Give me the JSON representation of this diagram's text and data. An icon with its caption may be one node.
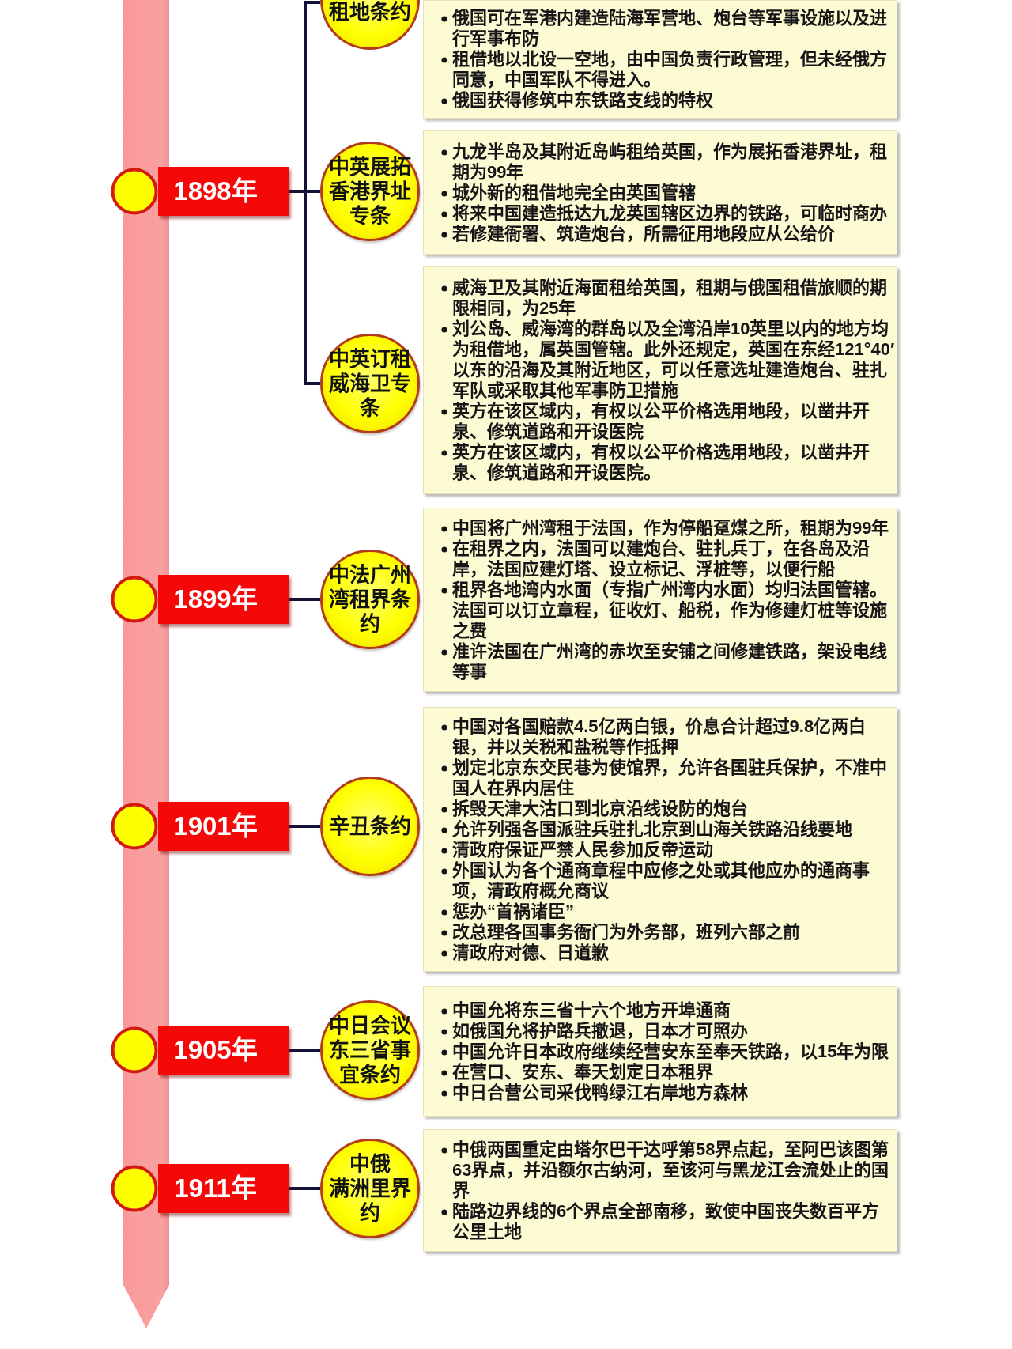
{
  "diagram": {
    "nodes": [
      {
        "text": [
          "租地条约"
        ]
      },
      {
        "text": [
          "俄国可在军港内建造陆海军营地、炮台等军事设施以及进行军事布防",
          "租借地以北设一空地，由中国负责行政管理，但未经俄方同意，中国军队不得进入。",
          "俄国获得修筑中东铁路支线的特权"
        ]
      },
      {
        "text": [
          "1898年"
        ]
      },
      {
        "text": [
          "中英展拓香港界址专条"
        ]
      },
      {
        "text": [
          "九龙半岛及其附近岛屿租给英国，作为展拓香港界址，租期为99年",
          "城外新的租借地完全由英国管辖",
          "将来中国建造抵达九龙英国辖区边界的铁路，可临时商办",
          "若修建衙署、筑造炮台，所需征用地段应从公给价"
        ]
      },
      {
        "text": [
          "中英订租威海卫专条"
        ]
      },
      {
        "text": [
          "威海卫及其附近海面租给英国，租期与俄国租借旅顺的期限相同，为25年",
          "刘公岛、威海湾的群岛以及全湾沿岸10英里以内的地方均为租借地，属英国管辖。此外还规定，英国在东经121°40′以东的沿海及其附近地区，可以任意选址建造炮台、驻扎军队或采取其他军事防卫措施",
          "英方在该区域内，有权以公平价格选用地段，以凿井开泉、修筑道路和开设医院",
          "英方在该区域内，有权以公平价格选用地段，以凿井开泉、修筑道路和开设医院。"
        ]
      },
      {
        "text": [
          "1899年"
        ]
      },
      {
        "text": [
          "中法广州湾租界条约"
        ]
      },
      {
        "text": [
          "中国将广州湾租于法国，作为停船趸煤之所，租期为99年",
          "在租界之内，法国可以建炮台、驻扎兵丁，在各岛及沿岸，法国应建灯塔、设立标记、浮桩等，以便行船",
          "租界各地湾内水面（专指广州湾内水面）均归法国管辖。法国可以订立章程，征收灯、船税，作为修建灯桩等设施之费",
          "准许法国在广州湾的赤坎至安铺之间修建铁路，架设电线等事"
        ]
      },
      {
        "text": [
          "1901年"
        ]
      },
      {
        "text": [
          "辛丑条约"
        ]
      },
      {
        "text": [
          "中国对各国赔款4.5亿两白银，价息合计超过9.8亿两白银，并以关税和盐税等作抵押",
          "划定北京东交民巷为使馆界，允许各国驻兵保护，不准中国人在界内居住",
          "拆毁天津大沽口到北京沿线设防的炮台",
          "允许列强各国派驻兵驻扎北京到山海关铁路沿线要地",
          "清政府保证严禁人民参加反帝运动",
          "外国认为各个通商章程中应修之处或其他应办的通商事项，清政府概允商议",
          "惩办“首祸诸臣”",
          "改总理各国事务衙门为外务部，班列六部之前",
          "清政府对德、日道歉"
        ]
      },
      {
        "text": [
          "1905年"
        ]
      },
      {
        "text": [
          "中日会议东三省事宜条约"
        ]
      },
      {
        "text": [
          "中国允将东三省十六个地方开埠通商",
          "如俄国允将护路兵撤退，日本才可照办",
          "中国允许日本政府继续经营安东至奉天铁路，以15年为限",
          "在营口、安东、奉天划定日本租界",
          "中日合营公司采伐鸭绿江右岸地方森林"
        ]
      },
      {
        "text": [
          "1911年"
        ]
      },
      {
        "text": [
          "中俄满洲里界约"
        ]
      },
      {
        "text": [
          "中俄两国重定由塔尔巴干达呼第58界点起，至阿巴该图第63界点，并沿额尔古纳河，至该河与黑龙江会流处止的国界",
          "陆路边界线的6个界点全部南移，致使中国丧失数百平方公里土地"
        ]
      }
    ],
    "edges": [
      {
        "from": 2,
        "to": 0,
        "arrow": "none"
      },
      {
        "from": 2,
        "to": 3,
        "arrow": "none"
      },
      {
        "from": 2,
        "to": 5,
        "arrow": "none"
      },
      {
        "from": 7,
        "to": 8,
        "arrow": "none"
      },
      {
        "from": 10,
        "to": 11,
        "arrow": "none"
      },
      {
        "from": 13,
        "to": 14,
        "arrow": "none"
      },
      {
        "from": 16,
        "to": 17,
        "arrow": "none"
      }
    ]
  }
}
